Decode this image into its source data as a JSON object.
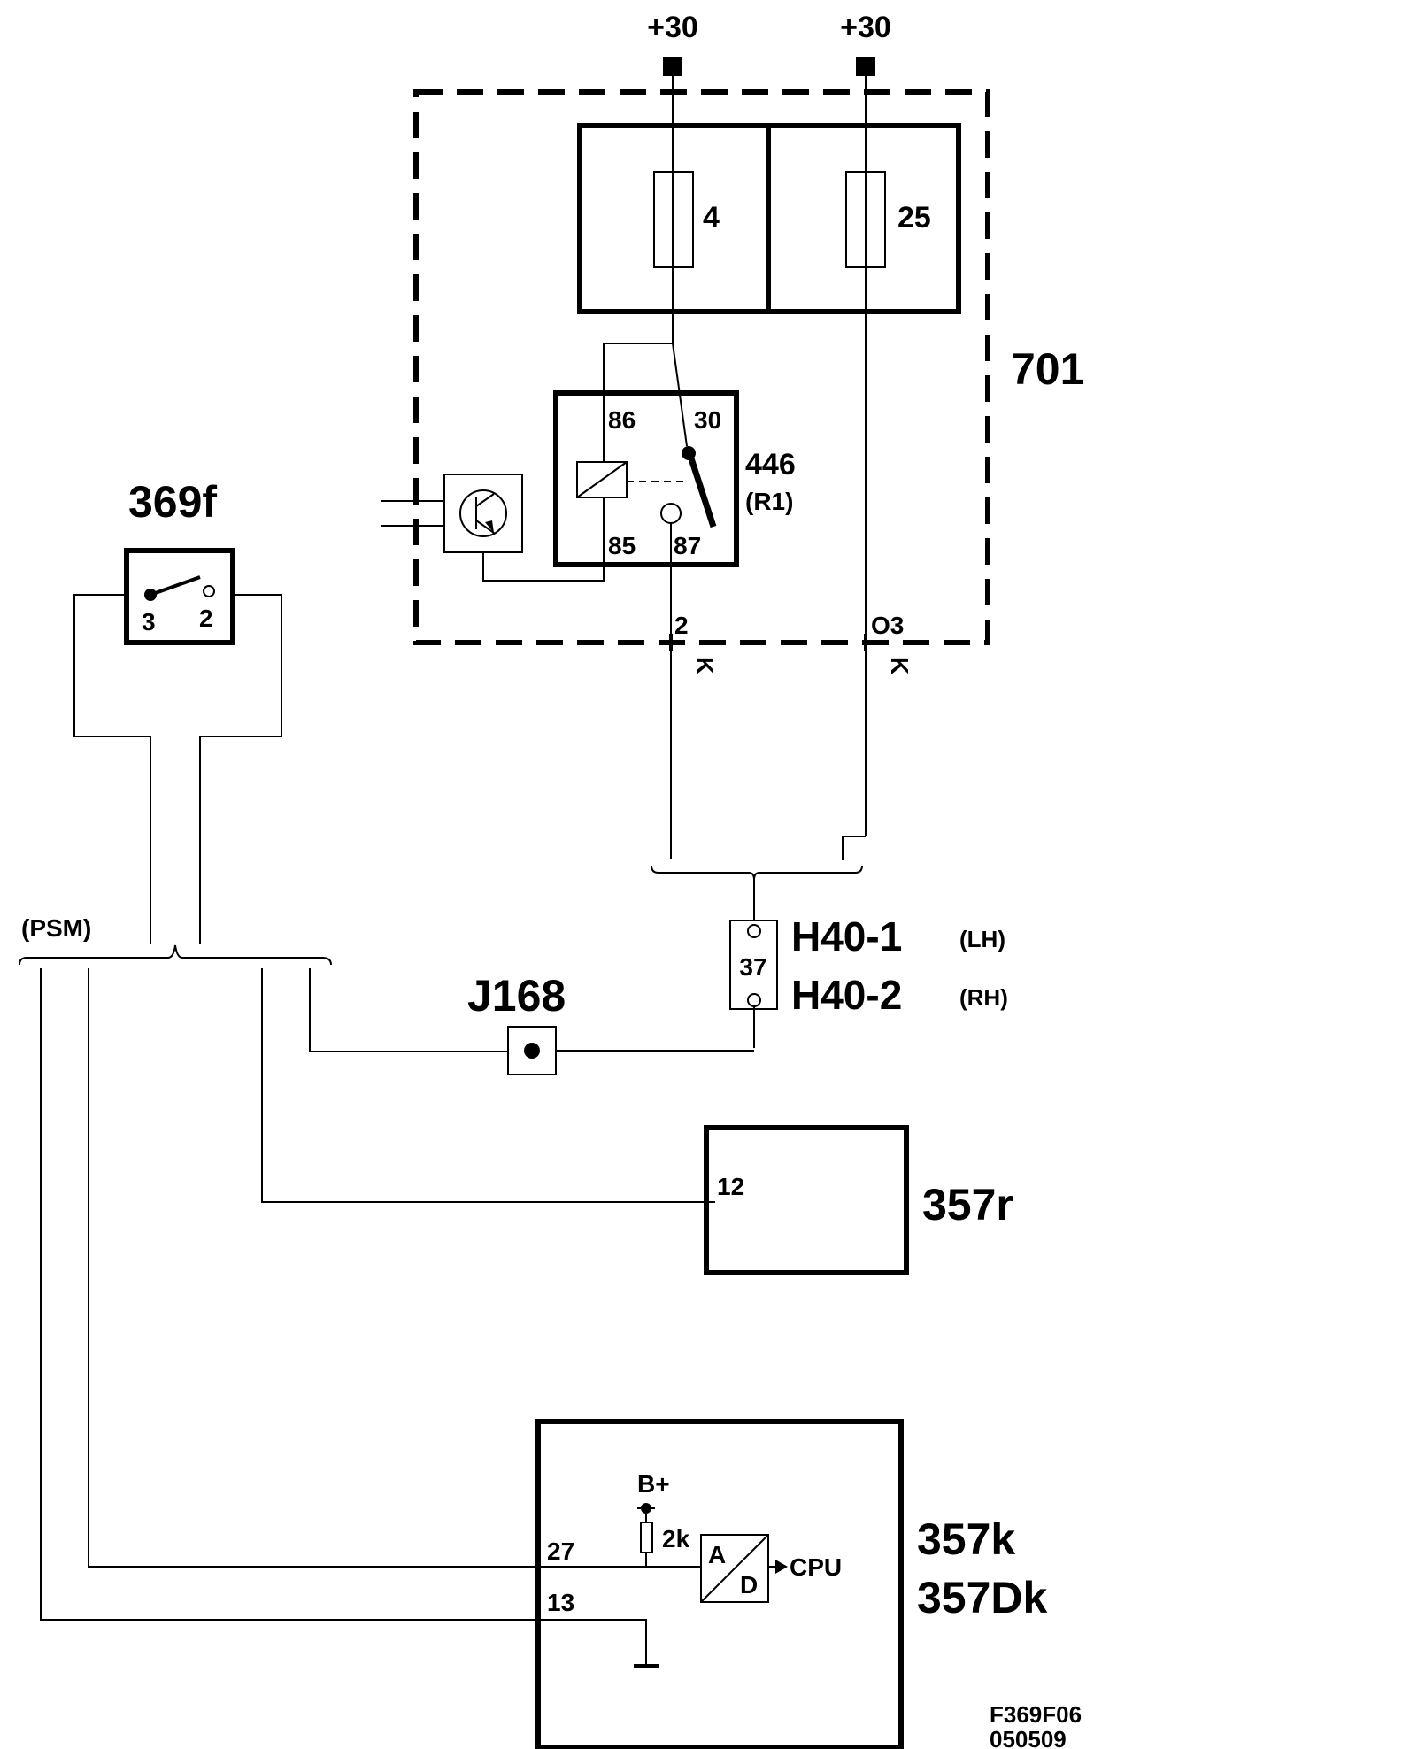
{
  "supply": {
    "left": "+30",
    "right": "+30"
  },
  "unit_701": {
    "id": "701",
    "fuse_left": "4",
    "fuse_right": "25",
    "pin_left": "2",
    "pin_right": "O3",
    "wire_color_left": "K",
    "wire_color_right": "K"
  },
  "relay": {
    "id": "446",
    "sub": "(R1)",
    "pin_86": "86",
    "pin_30": "30",
    "pin_85": "85",
    "pin_87": "87"
  },
  "switch_369f": {
    "id": "369f",
    "pin_3": "3",
    "pin_2": "2"
  },
  "harness": {
    "label": "(PSM)"
  },
  "connector_h40": {
    "pin": "37",
    "label_1": "H40-1",
    "label_2": "H40-2",
    "side_1": "(LH)",
    "side_2": "(RH)"
  },
  "junction": {
    "id": "J168"
  },
  "module_357r": {
    "id": "357r",
    "pin": "12"
  },
  "module_357k": {
    "id_1": "357k",
    "id_2": "357Dk",
    "pin_27": "27",
    "pin_13": "13",
    "supply": "B+",
    "resistor": "2k",
    "adc_a": "A",
    "adc_d": "D",
    "cpu": "CPU"
  },
  "footer": {
    "code": "F369F06",
    "date": "050509"
  }
}
